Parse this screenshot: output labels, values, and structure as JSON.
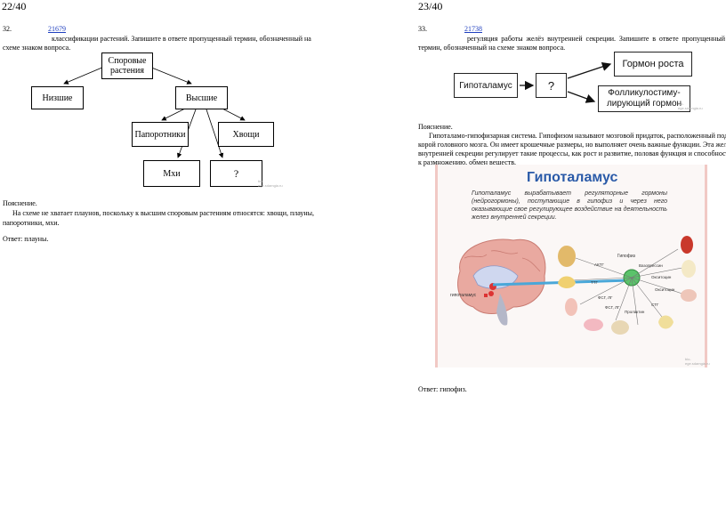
{
  "left_page": {
    "page_num": "22/40",
    "q_num": "32.",
    "q_id": "21679",
    "q_text_1": "классификации растений. Запишите в ответе пропущенный термин, обозначенный на",
    "q_text_2": "схеме знаком вопроса.",
    "diagram": {
      "root": "Споровые растения",
      "lower": "Низшие",
      "higher": "Высшие",
      "ferns": "Папоротники",
      "horsetails": "Хвощи",
      "mosses": "Мхи",
      "unknown": "?",
      "watermark": "bio-ege.sdamgia.ru"
    },
    "expl_title": "Пояснение.",
    "expl_1": "На схеме не хватает плаунов, поскольку к высшим споровым растениям относятся: хвощи, плауны,",
    "expl_2": "папоротники, мхи.",
    "answer": "Ответ: плауны."
  },
  "right_page": {
    "page_num": "23/40",
    "q_num": "33.",
    "q_id": "21738",
    "q_text_1": "регуляция работы желёз внутренней секреции. Запишите в ответе пропущенный",
    "q_text_2": "термин, обозначенный на схеме знаком вопроса.",
    "diagram": {
      "left": "Гипоталамус",
      "unknown": "?",
      "top_right": "Гормон роста",
      "bottom_right": "Фолликулостиму-лирующий гормон",
      "watermark": "bio-ege.sdamgia.ru"
    },
    "expl_title": "Пояснение.",
    "expl_1": "Гипоталамо-гипофизарная система. Гипофизом называют мозговой придаток, расположенный под",
    "expl_2": "корой головного мозга. Он имеет крошечные размеры, но выполняет очень важные функции. Эта железа",
    "expl_3": "внутренней секреции регулирует такие процессы, как рост и развитие, половая функция и способность",
    "expl_4": "к размножению, обмен веществ.",
    "figure": {
      "title": "Гипоталамус",
      "desc": "Гипоталамус вырабатывает регуляторные гормоны (нейрогормоны), поступающие в гипофиз и через него оказывающие свое регулирующее воздействие на деятельность желез внутренней секреции.",
      "hypothalamus_label": "гипоталамус",
      "pituitary_label": "Гипофиз",
      "hormones": [
        "АКТГ",
        "ТТГ",
        "ФСГ, ЛГ",
        "ФСГ, ЛГ",
        "Пролактин",
        "СТГ",
        "Вазопрессин",
        "Окситоцин",
        "Окситоцин"
      ],
      "watermark": "bio-ege.sdamgia.ru"
    },
    "answer": "Ответ: гипофиз."
  }
}
